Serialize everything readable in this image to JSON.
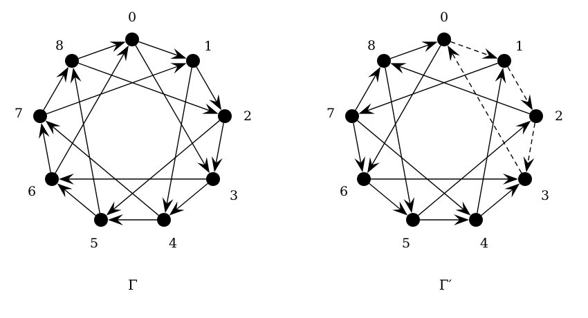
{
  "colors": {
    "ink": "#000000",
    "background": "#ffffff"
  },
  "graphs": [
    {
      "caption": "Γ",
      "node_labels": [
        "0",
        "1",
        "2",
        "3",
        "4",
        "5",
        "6",
        "7",
        "8"
      ],
      "edges": [
        {
          "from": 8,
          "to": 0,
          "style": "solid"
        },
        {
          "from": 0,
          "to": 1,
          "style": "solid"
        },
        {
          "from": 1,
          "to": 2,
          "style": "solid"
        },
        {
          "from": 2,
          "to": 3,
          "style": "solid"
        },
        {
          "from": 3,
          "to": 4,
          "style": "solid"
        },
        {
          "from": 4,
          "to": 5,
          "style": "solid"
        },
        {
          "from": 5,
          "to": 6,
          "style": "solid"
        },
        {
          "from": 6,
          "to": 7,
          "style": "solid"
        },
        {
          "from": 7,
          "to": 8,
          "style": "solid"
        },
        {
          "from": 0,
          "to": 3,
          "style": "solid"
        },
        {
          "from": 1,
          "to": 4,
          "style": "solid"
        },
        {
          "from": 2,
          "to": 5,
          "style": "solid"
        },
        {
          "from": 3,
          "to": 6,
          "style": "solid"
        },
        {
          "from": 4,
          "to": 7,
          "style": "solid"
        },
        {
          "from": 5,
          "to": 8,
          "style": "solid"
        },
        {
          "from": 6,
          "to": 0,
          "style": "solid"
        },
        {
          "from": 7,
          "to": 1,
          "style": "solid"
        },
        {
          "from": 8,
          "to": 2,
          "style": "solid"
        }
      ]
    },
    {
      "caption": "Γ′",
      "node_labels": [
        "0",
        "1",
        "2",
        "3",
        "4",
        "5",
        "6",
        "7",
        "8"
      ],
      "edges": [
        {
          "from": 8,
          "to": 0,
          "style": "solid"
        },
        {
          "from": 0,
          "to": 1,
          "style": "dashed"
        },
        {
          "from": 1,
          "to": 2,
          "style": "dashed"
        },
        {
          "from": 2,
          "to": 3,
          "style": "dashed"
        },
        {
          "from": 3,
          "to": 0,
          "style": "dashed"
        },
        {
          "from": 4,
          "to": 3,
          "style": "solid"
        },
        {
          "from": 5,
          "to": 4,
          "style": "solid"
        },
        {
          "from": 6,
          "to": 5,
          "style": "solid"
        },
        {
          "from": 7,
          "to": 6,
          "style": "solid"
        },
        {
          "from": 7,
          "to": 8,
          "style": "solid"
        },
        {
          "from": 0,
          "to": 6,
          "style": "solid"
        },
        {
          "from": 4,
          "to": 1,
          "style": "solid"
        },
        {
          "from": 5,
          "to": 2,
          "style": "solid"
        },
        {
          "from": 6,
          "to": 3,
          "style": "solid"
        },
        {
          "from": 7,
          "to": 4,
          "style": "solid"
        },
        {
          "from": 8,
          "to": 5,
          "style": "solid"
        },
        {
          "from": 2,
          "to": 8,
          "style": "solid"
        },
        {
          "from": 1,
          "to": 7,
          "style": "solid"
        }
      ]
    }
  ]
}
